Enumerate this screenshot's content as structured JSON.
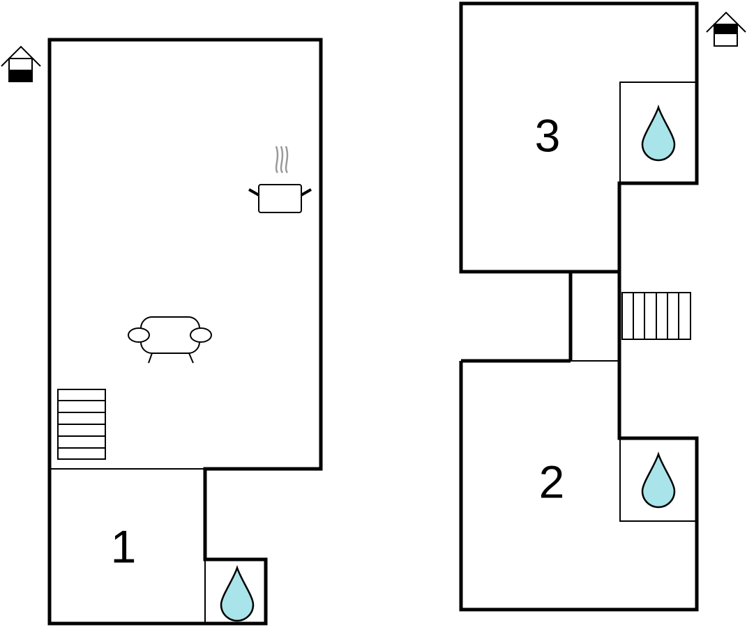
{
  "floor_plan": {
    "rooms": [
      {
        "number": "1"
      },
      {
        "number": "2"
      },
      {
        "number": "3"
      }
    ],
    "icons": [
      "house-ground-floor-icon",
      "house-upper-floor-icon",
      "cooking-pot-icon",
      "sofa-icon",
      "bathroom-water-drop-icon",
      "staircase-icon"
    ],
    "colors": {
      "wall": "#000000",
      "water_drop": "#a8e4ea",
      "steam": "#999999",
      "background": "#ffffff"
    }
  }
}
